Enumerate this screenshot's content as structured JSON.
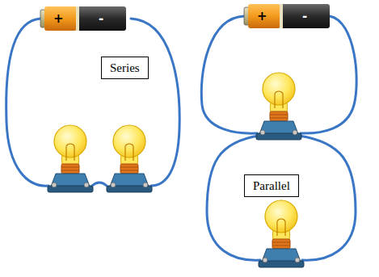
{
  "diagram": {
    "nodes": [
      {
        "text": [
          "Series"
        ]
      },
      {
        "text": [
          "Parallel"
        ]
      }
    ],
    "labels": [
      "+",
      "-",
      "+",
      "-"
    ]
  }
}
